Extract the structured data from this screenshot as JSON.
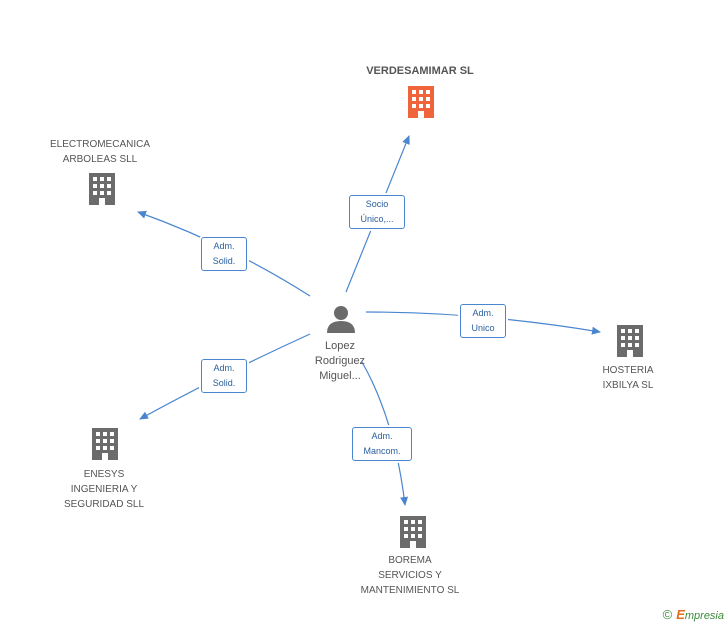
{
  "focus_company": {
    "name": "VERDESAMIMAR SL",
    "color": "#f0643c"
  },
  "companies": [
    {
      "id": "electromecanica",
      "line1": "ELECTROMECANICA",
      "line2": "ARBOLEAS SLL",
      "line3": ""
    },
    {
      "id": "hosteria",
      "line1": "HOSTERIA",
      "line2": "IXBILYA SL",
      "line3": ""
    },
    {
      "id": "enesys",
      "line1": "ENESYS",
      "line2": "INGENIERIA Y",
      "line3": "SEGURIDAD SLL"
    },
    {
      "id": "borema",
      "line1": "BOREMA",
      "line2": "SERVICIOS Y",
      "line3": "MANTENIMIENTO SL"
    }
  ],
  "person": {
    "line1": "Lopez",
    "line2": "Rodriguez",
    "line3": "Miguel..."
  },
  "relations": [
    {
      "target": "verdesamimar",
      "line1": "Socio",
      "line2": "Único,..."
    },
    {
      "target": "electromecanica",
      "line1": "Adm.",
      "line2": "Solid."
    },
    {
      "target": "hosteria",
      "line1": "Adm.",
      "line2": "Unico"
    },
    {
      "target": "enesys",
      "line1": "Adm.",
      "line2": "Solid."
    },
    {
      "target": "borema",
      "line1": "Adm.",
      "line2": "Mancom."
    }
  ],
  "colors": {
    "edge": "#4a86cf",
    "building": "#6b6b6b",
    "person": "#6b6b6b"
  },
  "footer": {
    "copyright": "©",
    "brand_initial": "E",
    "brand_rest": "mpresia"
  }
}
